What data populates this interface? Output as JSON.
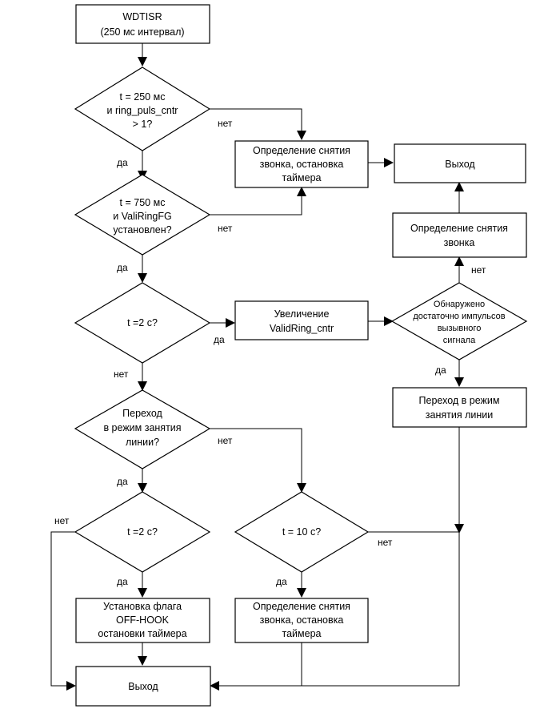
{
  "nodes": {
    "start": {
      "lines": [
        "WDTISR",
        "(250 мс интервал)"
      ]
    },
    "d1": {
      "lines": [
        "t = 250 мс",
        "и ring_puls_cntr",
        "> 1?"
      ]
    },
    "detect1": {
      "lines": [
        "Определение снятия",
        "звонка, остановка",
        "таймера"
      ]
    },
    "exit_top": {
      "lines": [
        "Выход"
      ]
    },
    "d2": {
      "lines": [
        "t = 750 мс",
        "и ValiRingFG",
        "установлен?"
      ]
    },
    "detect_right": {
      "lines": [
        "Определение снятия",
        "звонка"
      ]
    },
    "d3": {
      "lines": [
        "t =2 с?"
      ]
    },
    "incr": {
      "lines": [
        "Увеличение",
        "ValidRing_cntr"
      ]
    },
    "d_enough": {
      "lines": [
        "Обнаружено",
        "достаточно импульсов",
        "вызывного",
        "сигнала"
      ]
    },
    "busy_right": {
      "lines": [
        "Переход в режим",
        "занятия линии"
      ]
    },
    "d4": {
      "lines": [
        "Переход",
        "в режим занятия",
        "линии?"
      ]
    },
    "d5": {
      "lines": [
        "t =2 с?"
      ]
    },
    "d6": {
      "lines": [
        "t = 10 с?"
      ]
    },
    "offhook": {
      "lines": [
        "Установка флага",
        "OFF-HOOK",
        "остановки таймера"
      ]
    },
    "detect2": {
      "lines": [
        "Определение снятия",
        "звонка, остановка",
        "таймера"
      ]
    },
    "exit_bottom": {
      "lines": [
        "Выход"
      ]
    }
  },
  "edges": {
    "d1_no": "нет",
    "d1_yes": "да",
    "d2_no": "нет",
    "d2_yes": "да",
    "d3_yes": "да",
    "d3_no": "нет",
    "enough_no": "нет",
    "enough_yes": "да",
    "d4_no": "нет",
    "d4_yes": "да",
    "d5_no": "нет",
    "d5_yes": "да",
    "d6_no": "нет",
    "d6_yes": "да"
  }
}
